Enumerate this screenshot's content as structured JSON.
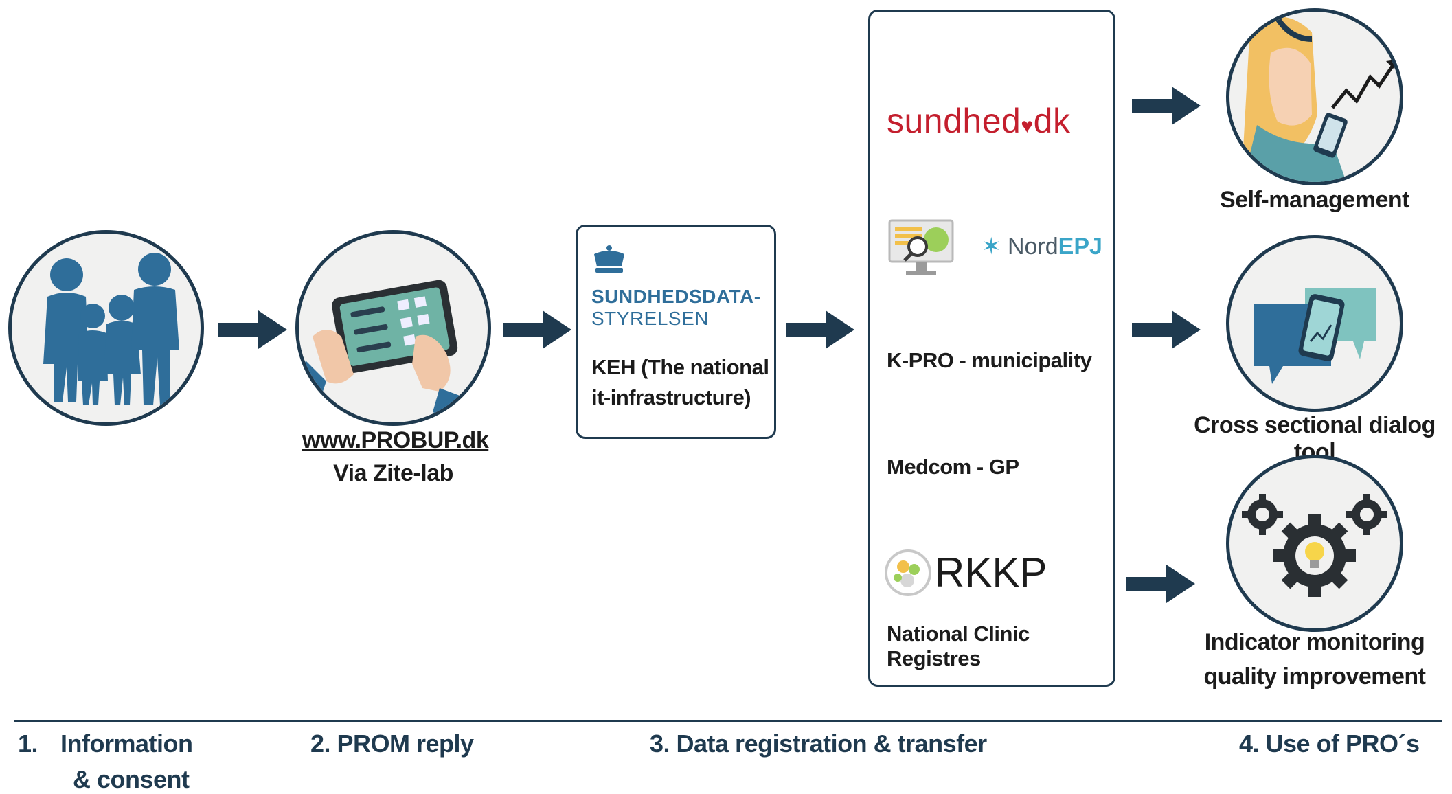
{
  "step2": {
    "url": "www.PROBUP.dk",
    "via": "Via Zite-lab"
  },
  "step3": {
    "agency_line1": "SUNDHEDSDATA-",
    "agency_line2": "STYRELSEN",
    "keh": "KEH (The national it-infrastructure)"
  },
  "registries": {
    "sundhed_main": "sundhed",
    "sundhed_suffix": "dk",
    "nordepj_a": "Nord",
    "nordepj_b": "EPJ",
    "kpro": "K-PRO - municipality",
    "medcom": "Medcom - GP",
    "rkkp": "RKKP",
    "national": "National Clinic Registres"
  },
  "uses": {
    "self": "Self-management",
    "dialog": "Cross sectional dialog tool",
    "indicator_1": "Indicator monitoring",
    "indicator_2": "quality improvement"
  },
  "footer": {
    "step1_num": "1.",
    "step1_a": "Information",
    "step1_b": "& consent",
    "step2": "2. PROM reply",
    "step3": "3. Data registration & transfer",
    "step4": "4. Use of PRO´s"
  },
  "colors": {
    "navy": "#1f3a4f",
    "accent_blue": "#2f6e9a",
    "sundhed_red": "#c41f2e",
    "teal": "#5bb5a9"
  }
}
